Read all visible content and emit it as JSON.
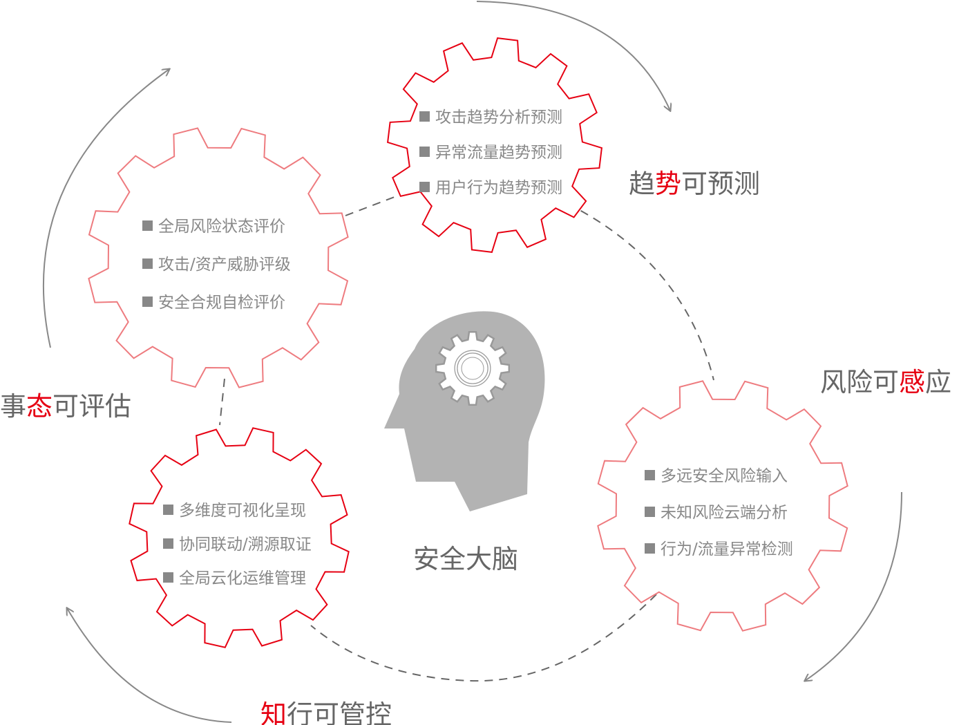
{
  "center_label": "安全大脑",
  "colors": {
    "accent": "#e60012",
    "accent_light": "#ee7b7f",
    "gray": "#888888",
    "head": "#b3b3b3"
  },
  "stages": [
    {
      "id": "trend",
      "parts": [
        "趋",
        "势",
        "可预测"
      ]
    },
    {
      "id": "sense",
      "parts": [
        "风险可",
        "感",
        "应"
      ]
    },
    {
      "id": "assess",
      "parts": [
        "事",
        "态",
        "可评估"
      ]
    },
    {
      "id": "control",
      "parts": [
        "",
        "知",
        "行可管控"
      ]
    }
  ],
  "gears": [
    {
      "id": "trend",
      "items": [
        "攻击趋势分析预测",
        "异常流量趋势预测",
        "用户行为趋势预测"
      ]
    },
    {
      "id": "assess",
      "items": [
        "全局风险状态评价",
        "攻击/资产威胁评级",
        "安全合规自检评价"
      ]
    },
    {
      "id": "control",
      "items": [
        "多维度可视化呈现",
        "协同联动/溯源取证",
        "全局云化运维管理"
      ]
    },
    {
      "id": "sense",
      "items": [
        "多远安全风险输入",
        "未知风险云端分析",
        "行为/流量异常检测"
      ]
    }
  ]
}
